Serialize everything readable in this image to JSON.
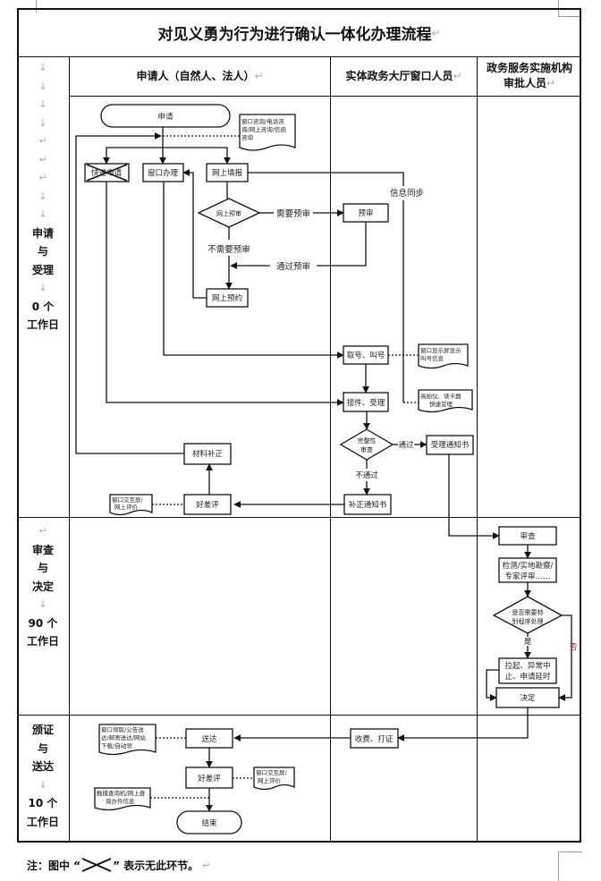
{
  "title": "对见义勇为行为进行确认一体化办理流程",
  "return_mark": "↵",
  "down_mark": "↓",
  "columns": [
    {
      "label": "申请人（自然人、法人）"
    },
    {
      "label": "实体政务大厅窗口人员"
    },
    {
      "label_line1": "政务服务实施机构",
      "label_line2": "审批人员"
    }
  ],
  "stages": [
    {
      "lines": [
        "申请",
        "与",
        "受理",
        "0 个",
        "工作日"
      ]
    },
    {
      "lines": [
        "审查",
        "与",
        "决定",
        "90 个",
        "工作日"
      ]
    },
    {
      "lines": [
        "颁证",
        "与",
        "送达",
        "10 个",
        "工作日"
      ]
    }
  ],
  "nodes": {
    "apply": "申请",
    "consult_doc": [
      "窗口咨询/电话咨",
      "询/网上咨询/信函",
      "咨询"
    ],
    "express_apply": "快递申请",
    "window_handle": "窗口办理",
    "online_fill": "网上填报",
    "online_pre_review": "网上预审",
    "need_pre_review": "需要预审",
    "no_need_pre_review": "不需要预审",
    "pre_review": "预审",
    "passed_pre_review": "通过预审",
    "info_sync": "信息同步",
    "online_booking": "网上预约",
    "take_number": "取号、叫号",
    "screen_doc": [
      "窗口显示屏显示",
      "叫号信息"
    ],
    "receive_accept": "接件、受理",
    "express_doc": [
      "高拍仪、读卡器",
      "快速受理"
    ],
    "completeness_check": [
      "完整性",
      "审查"
    ],
    "passed": "通过",
    "not_passed": "不通过",
    "accept_notice": "受理通知书",
    "correction_notice": "补正通知书",
    "material_correction": "材料补正",
    "rating1": "好差评",
    "rating_doc1": [
      "窗口交互屏/",
      "网上评价"
    ],
    "review": "审查",
    "inspect": [
      "检测/实地勘察/",
      "专家评审……"
    ],
    "special_procedure": [
      "是否需要特",
      "别程序处理"
    ],
    "yes": "是",
    "no": "否",
    "suspend": [
      "拉起、异常中",
      "止、申请延时"
    ],
    "decision": "决定",
    "charge_cert": "收费、打证",
    "deliver": "送达",
    "deliver_doc": [
      "窗口领取/公告送",
      "达/邮寄送达/网站",
      "下载/自动领"
    ],
    "rating2": "好差评",
    "rating_doc2": [
      "窗口交互屏/",
      "网上评价"
    ],
    "query_doc": [
      "触摸查询机/网上查",
      "询办件信息"
    ],
    "end": "结束"
  },
  "note": {
    "prefix": "注：图中 “",
    "suffix": "” 表示无此环节。"
  }
}
